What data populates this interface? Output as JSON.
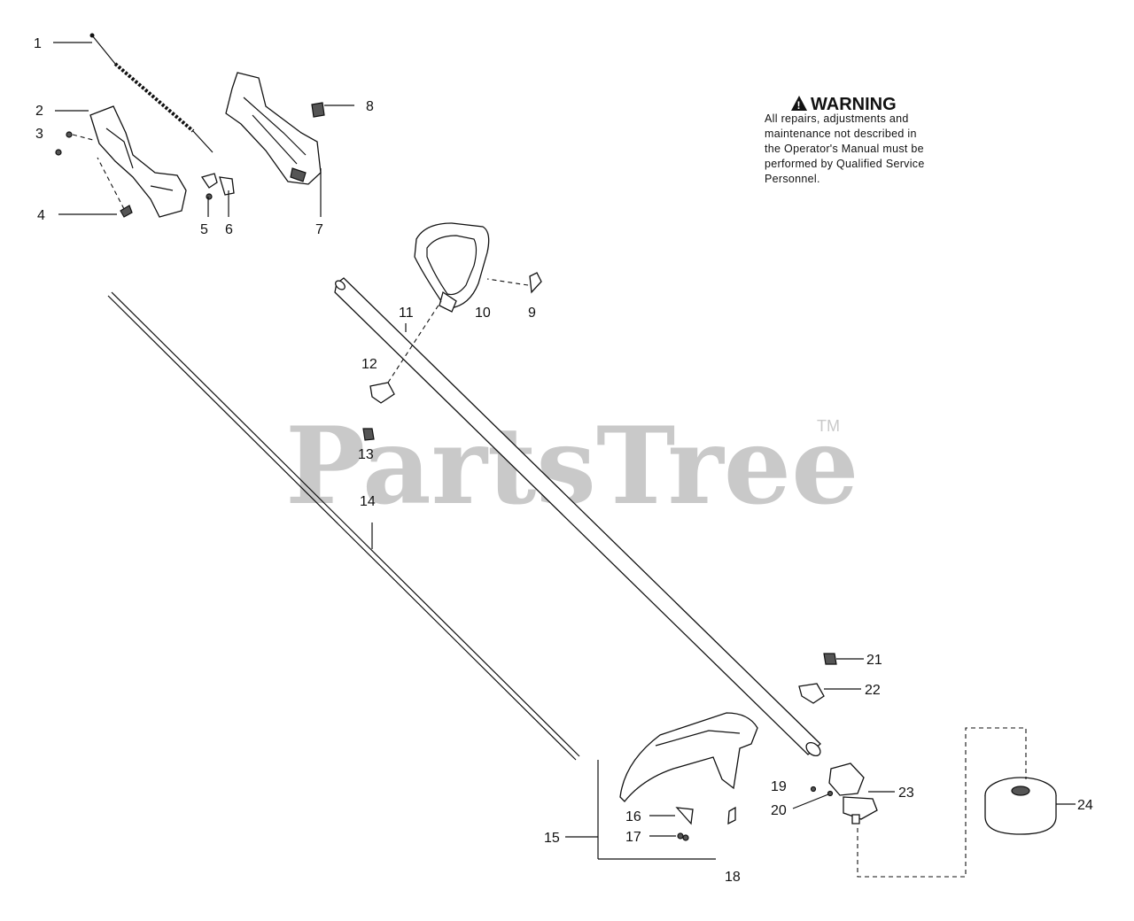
{
  "watermark": {
    "text": "PartsTree",
    "trademark": "TM"
  },
  "warning": {
    "title": "WARNING",
    "lines": [
      "All repairs, adjustments and",
      "maintenance not described in",
      "the Operator's Manual must be",
      "performed by Qualified Service",
      "Personnel."
    ]
  },
  "callouts": {
    "c1": "1",
    "c2": "2",
    "c3": "3",
    "c4": "4",
    "c5": "5",
    "c6": "6",
    "c7": "7",
    "c8": "8",
    "c9": "9",
    "c10": "10",
    "c11": "11",
    "c12": "12",
    "c13": "13",
    "c14": "14",
    "c15": "15",
    "c16": "16",
    "c17": "17",
    "c18": "18",
    "c19": "19",
    "c20": "20",
    "c21": "21",
    "c22": "22",
    "c23": "23",
    "c24": "24"
  }
}
